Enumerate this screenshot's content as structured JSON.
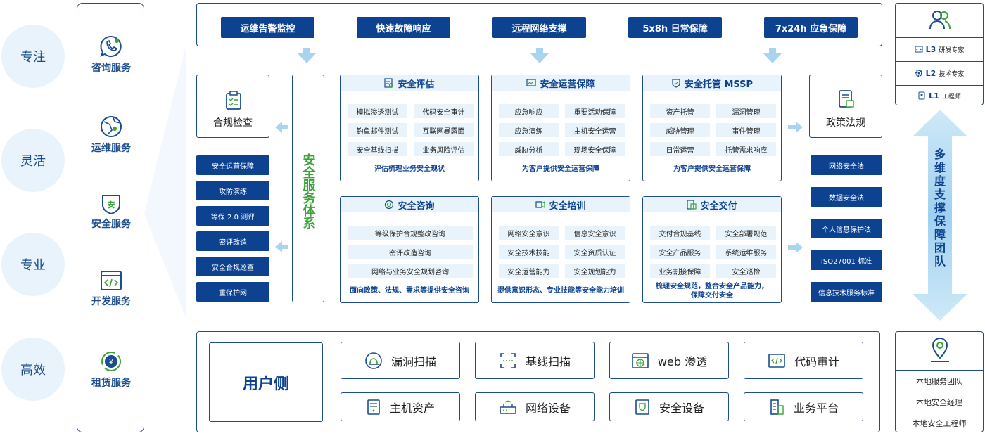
{
  "left_circles": [
    "专注",
    "灵活",
    "专业",
    "高效"
  ],
  "left_services": [
    {
      "label": "咨询服务",
      "icon": "phone-chat-icon"
    },
    {
      "label": "运维服务",
      "icon": "globe-icon"
    },
    {
      "label": "安全服务",
      "icon": "shield-an-icon"
    },
    {
      "label": "开发服务",
      "icon": "code-window-icon"
    },
    {
      "label": "租赁服务",
      "icon": "yen-cycle-icon"
    }
  ],
  "top_buttons": [
    "运维告警监控",
    "快速故障响应",
    "远程网络支撑",
    "5x8h 日常保障",
    "7x24h 应急保障"
  ],
  "compliance_check": {
    "label": "合规检查",
    "icon": "clipboard-icon"
  },
  "left_list": [
    "安全运营保障",
    "攻防演练",
    "等保 2.0 测评",
    "密评改造",
    "安全合规巡查",
    "重保护网"
  ],
  "center_vertical": "安全服务体系",
  "modules": [
    {
      "title": "安全评估",
      "icon": "assess-icon",
      "items": [
        "模拟渗透测试",
        "代码安全审计",
        "钓鱼邮件测试",
        "互联网暴露面",
        "安全基线扫描",
        "业务风险评估"
      ],
      "footer": "评估梳理业务安全现状"
    },
    {
      "title": "安全运营保障",
      "icon": "ops-icon",
      "items": [
        "应急响应",
        "重要活动保障",
        "应急演练",
        "主机安全运营",
        "威胁分析",
        "现场安全保障"
      ],
      "footer": "为客户提供安全运营保障"
    },
    {
      "title": "安全托管 MSSP",
      "icon": "shield-check-icon",
      "items": [
        "资产托管",
        "漏洞管理",
        "威胁管理",
        "事件管理",
        "日常运营",
        "托管需求响应"
      ],
      "footer": "为客户提供安全运营保障"
    },
    {
      "title": "安全咨询",
      "icon": "target-icon",
      "items": [
        "等级保护合规整改咨询",
        "密评改造咨询",
        "网络与业务安全规划咨询"
      ],
      "footer": "面向政策、法规、需求等提供安全咨询"
    },
    {
      "title": "安全培训",
      "icon": "training-icon",
      "items": [
        "网络安全意识",
        "信息安全意识",
        "安全技术技能",
        "安全资质认证",
        "安全运营能力",
        "安全规划能力"
      ],
      "footer": "提供意识形态、专业技能等安全能力培训"
    },
    {
      "title": "安全交付",
      "icon": "delivery-icon",
      "items": [
        "交付合规基线",
        "安全部署规范",
        "安全产品服务",
        "系统运维服务",
        "业务割接保障",
        "安全巡检"
      ],
      "footer_lines": [
        "梳理安全规范，整合安全产品能力，",
        "保障交付安全"
      ]
    }
  ],
  "policy": {
    "label": "政策法规",
    "icon": "document-lock-icon"
  },
  "right_list": [
    "网络安全法",
    "数据安全法",
    "个人信息保护法",
    "ISO27001 标准",
    "信息技术服务标准"
  ],
  "expert_levels": [
    {
      "tag": "L3",
      "label": "研发专家",
      "icon": "code-icon"
    },
    {
      "tag": "L2",
      "label": "技术专家",
      "icon": "gear-icon"
    },
    {
      "tag": "L1",
      "label": "工程师",
      "icon": "badge-icon"
    }
  ],
  "vertical_arrow_text": "多维度支撑保障团队",
  "local_team": [
    "本地服务团队",
    "本地安全经理",
    "本地安全工程师"
  ],
  "user_side": {
    "title": "用户侧",
    "tiles": [
      {
        "label": "漏洞扫描",
        "icon": "bug-scan-icon"
      },
      {
        "label": "基线扫描",
        "icon": "scan-frame-icon"
      },
      {
        "label": "web 渗透",
        "icon": "web-globe-icon"
      },
      {
        "label": "代码审计",
        "icon": "code-audit-icon"
      },
      {
        "label": "主机资产",
        "icon": "server-icon"
      },
      {
        "label": "网络设备",
        "icon": "router-icon"
      },
      {
        "label": "安全设备",
        "icon": "security-device-icon"
      },
      {
        "label": "业务平台",
        "icon": "platform-icon"
      }
    ]
  },
  "colors": {
    "navy": "#0d4291",
    "light_blue": "#e8f3fb",
    "green": "#3aa43a",
    "arrow": "#a8d4f0"
  }
}
